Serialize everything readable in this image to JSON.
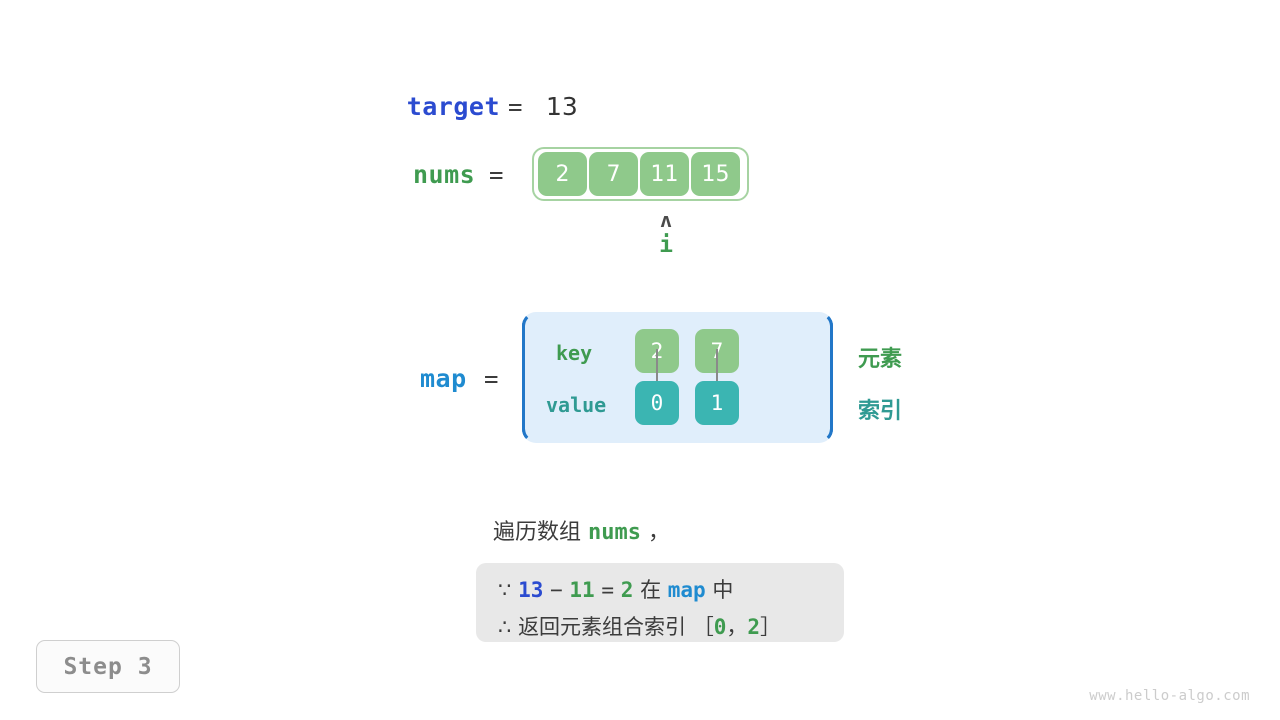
{
  "target": {
    "name": "target",
    "equals": "=",
    "value": "13"
  },
  "nums": {
    "name": "nums",
    "equals": "=",
    "cells": [
      "2",
      "7",
      "11",
      "15"
    ],
    "pointer": {
      "caret": "ʌ",
      "label": "i",
      "index": 2
    }
  },
  "map": {
    "name": "map",
    "equals": "=",
    "key_label": "key",
    "value_label": "value",
    "entries": [
      {
        "key": "2",
        "value": "0"
      },
      {
        "key": "7",
        "value": "1"
      }
    ],
    "side_notes": {
      "element": "元素",
      "index": "索引"
    }
  },
  "description": {
    "prefix": "遍历数组",
    "code": "nums",
    "suffix": "，"
  },
  "conclusion": {
    "line1": {
      "symbol": "∵",
      "a": "13",
      "minus": "−",
      "b": "11",
      "eq": "=",
      "result": "2",
      "mid": "在",
      "container": "map",
      "tail": "中"
    },
    "line2": {
      "symbol": "∴",
      "text": "返回元素组合索引",
      "bracket_open": "［",
      "i0": "0",
      "comma": "，",
      "i1": "2",
      "bracket_close": "］"
    }
  },
  "step_badge": "Step 3",
  "watermark": "www.hello-algo.com",
  "colors": {
    "blue_indigo": "#2b4bd0",
    "blue_light": "#1f8bd0",
    "green": "#3f9b50",
    "green_cell": "#8fc98b",
    "teal": "#3bb5b2",
    "teal_text": "#2f9a93",
    "gray_text": "#3c3c3c",
    "box_gray": "#e8e8e8",
    "map_bg": "#e0eefb",
    "map_border": "#2277c8",
    "nums_border": "#a6d3a2"
  }
}
